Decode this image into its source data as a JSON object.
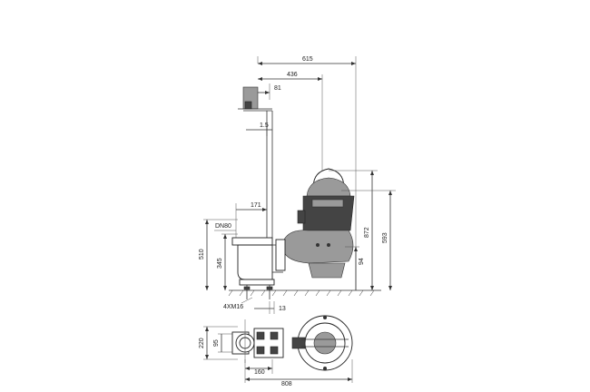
{
  "dimensions": {
    "d615": "615",
    "d436": "436",
    "d81": "81",
    "d1_5": "1.5",
    "d171": "171",
    "dn80": "DN80",
    "d510": "510",
    "d345": "345",
    "d872": "872",
    "d593": "593",
    "d94": "94",
    "d4xm16": "4XM16",
    "d13": "13",
    "d220": "220",
    "d95": "95",
    "d160": "160",
    "d808": "808"
  },
  "colors": {
    "line": "#333333",
    "pump_dark": "#444444",
    "pump_mid": "#9a9a9a"
  }
}
